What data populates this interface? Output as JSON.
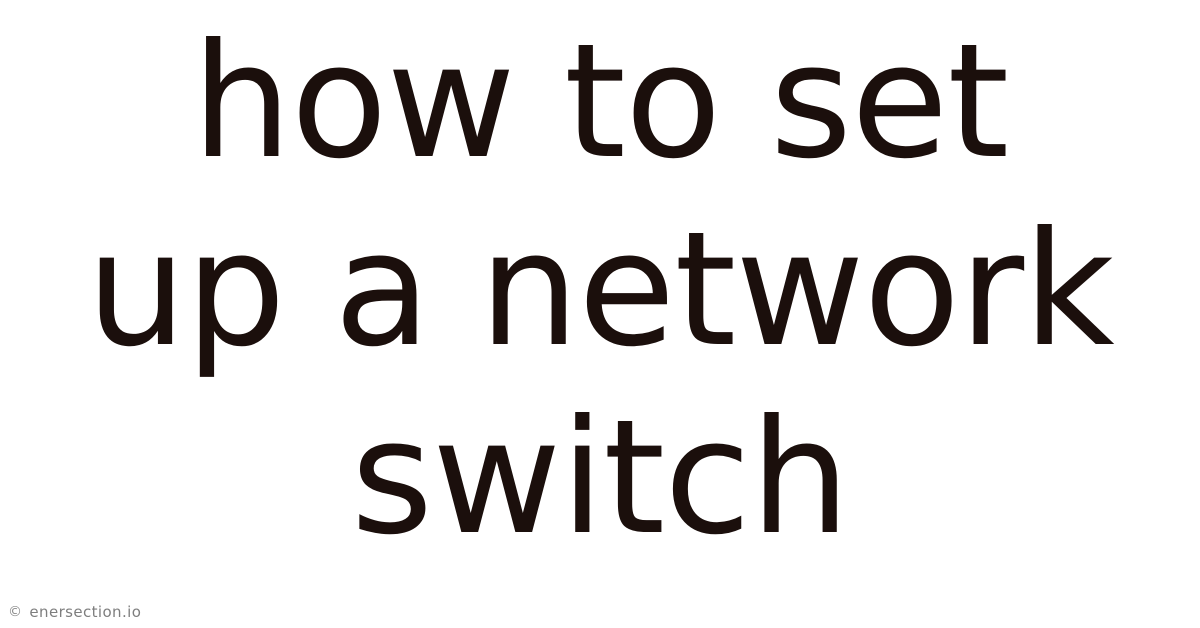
{
  "card": {
    "background_color": "#ffffff",
    "text_color": "#1b0f0c",
    "title_lines": [
      "how to set",
      "up a network",
      "switch"
    ],
    "title_full": "how to set up a network switch"
  },
  "footer": {
    "copyright_symbol": "©",
    "attribution": "enersection.io",
    "color": "#7e7e7e"
  }
}
